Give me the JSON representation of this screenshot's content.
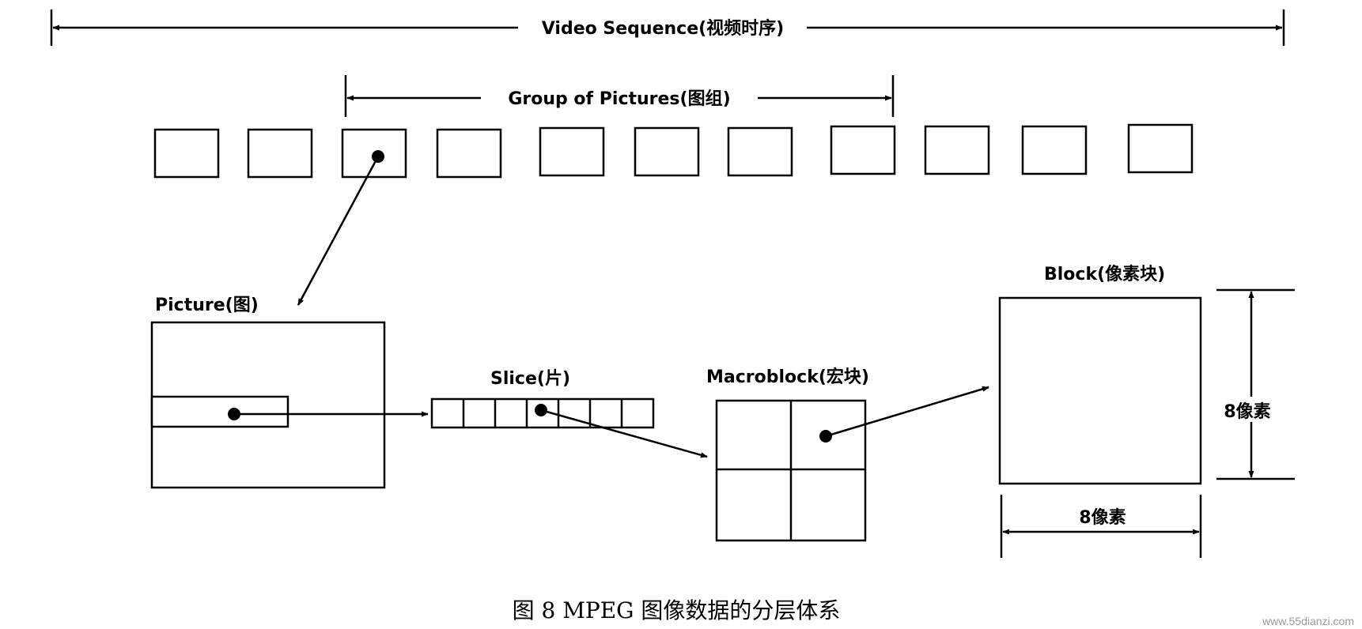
{
  "labels": {
    "video_sequence": "Video Sequence(视频时序)",
    "group_of_pictures": "Group of Pictures(图组)",
    "picture": "Picture(图)",
    "slice": "Slice(片)",
    "macroblock": "Macroblock(宏块)",
    "block": "Block(像素块)",
    "block_height": "8像素",
    "block_width": "8像素"
  },
  "caption": "图 8   MPEG 图像数据的分层体系",
  "watermark": "www.55dianzi.com",
  "counts": {
    "sequence_frames": 11,
    "slice_cells": 7,
    "macroblock_blocks": 4
  }
}
